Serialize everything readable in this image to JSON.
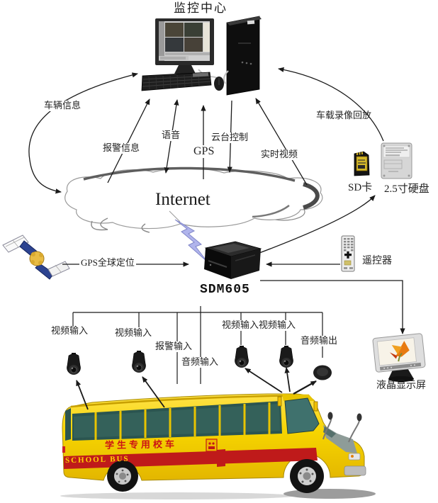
{
  "header": {
    "title": "监控中心"
  },
  "cloud": {
    "label": "Internet"
  },
  "flows": {
    "vehicle_info": "车辆信息",
    "alarm_info": "报警信息",
    "voice": "语音",
    "gps": "GPS",
    "ptz_control": "云台控制",
    "realtime_video": "实时视频",
    "playback": "车载录像回放",
    "gps_positioning": "GPS全球定位"
  },
  "devices": {
    "dvr": "SDM605",
    "remote": "遥控器",
    "sd_card": "SD卡",
    "hdd": "2.5寸硬盘",
    "lcd": "液晶显示屏"
  },
  "bus_io": {
    "video_in_1": "视频输入",
    "video_in_2": "视频输入",
    "alarm_in": "报警输入",
    "audio_in": "音频输入",
    "video_in_3_4": "视频输入视频输入",
    "audio_out": "音频输出"
  },
  "bus": {
    "side_banner": "学生专用校车",
    "stripe_text": "SCHOOL BUS"
  },
  "colors": {
    "bus_yellow": "#f6d400",
    "stripe_red": "#bf1a1a",
    "banner_red": "#cc1515",
    "lightning_purple": "#b0b4ec",
    "line_black": "#1a1a1a"
  }
}
